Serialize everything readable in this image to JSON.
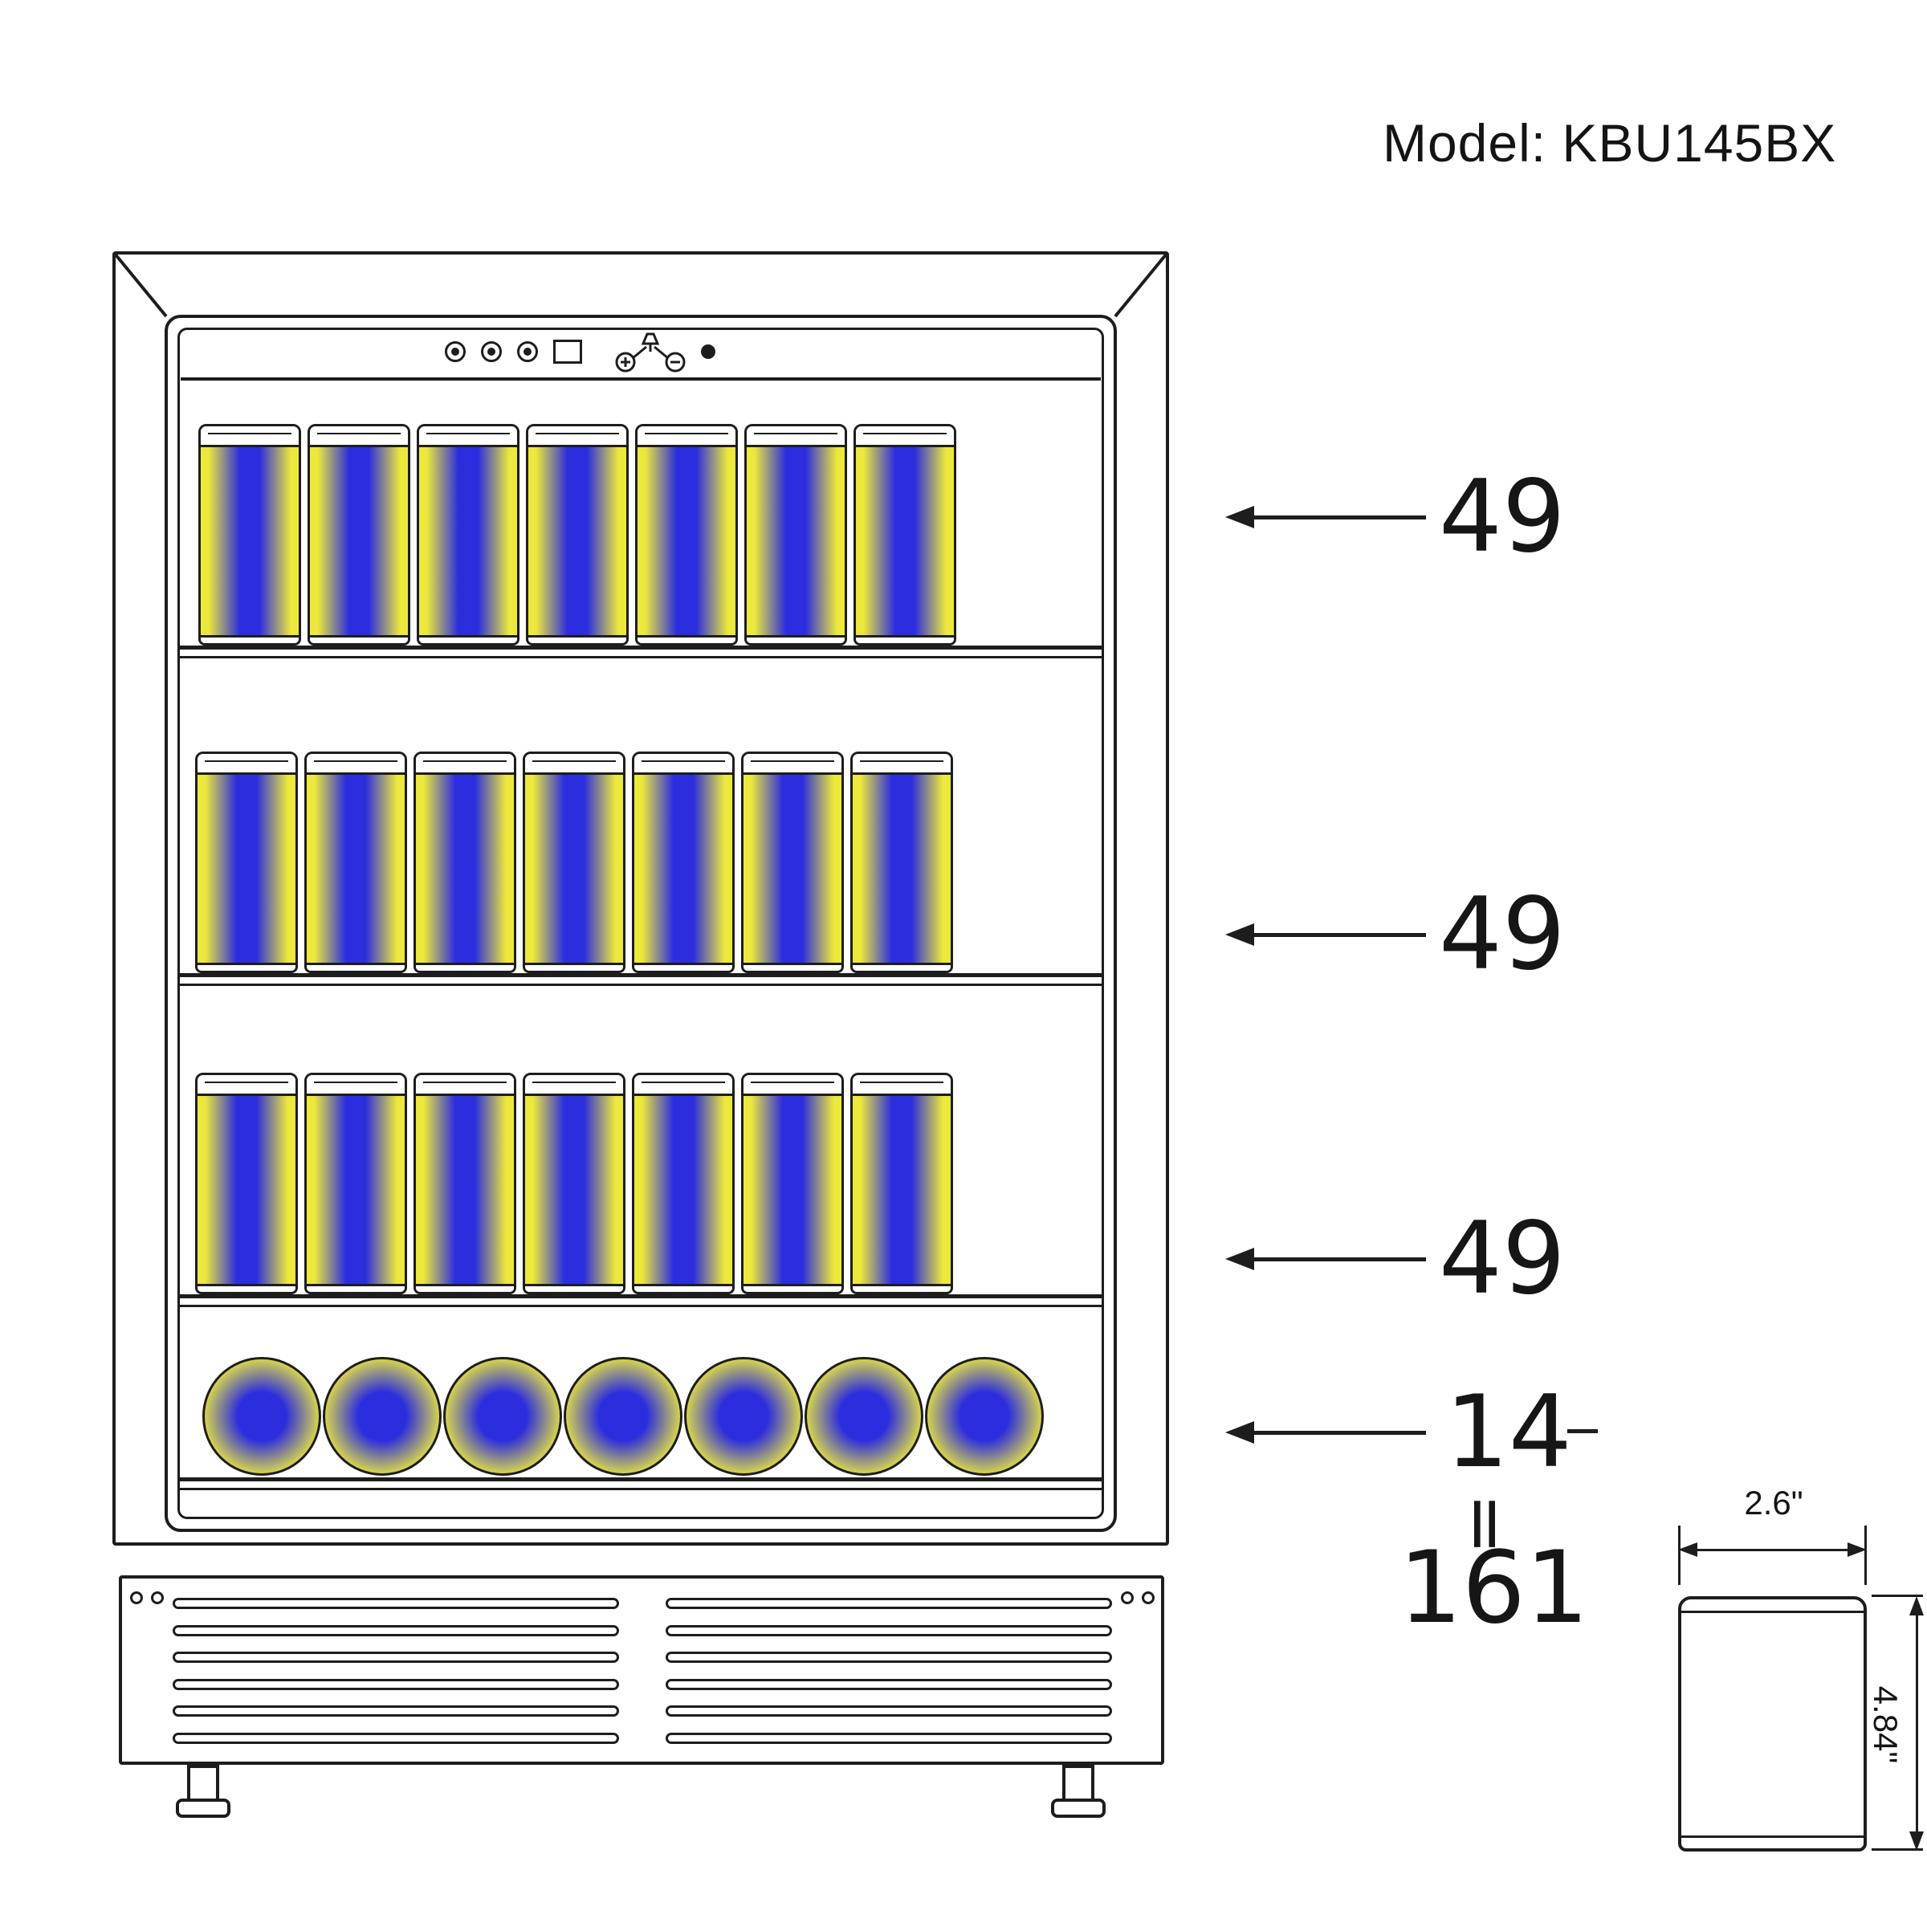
{
  "title": "Model: KBU145BX",
  "colors": {
    "line": "#1d1d1d",
    "can_yellow": "#ece83c",
    "can_blue": "#2b2dde",
    "background": "#ffffff"
  },
  "fridge": {
    "control_panel_icons": [
      "power-button",
      "interior-light-button",
      "temperature-unit-button",
      "display-window",
      "temperature-adjust-control",
      "indicator-light"
    ],
    "shelves": [
      {
        "row": 1,
        "orientation": "upright",
        "visible_cans": 7,
        "capacity": "49"
      },
      {
        "row": 2,
        "orientation": "upright",
        "visible_cans": 7,
        "capacity": "49"
      },
      {
        "row": 3,
        "orientation": "upright",
        "visible_cans": 7,
        "capacity": "49"
      },
      {
        "row": 4,
        "orientation": "lying",
        "visible_cans": 7,
        "capacity": "14"
      }
    ]
  },
  "annotations": {
    "shelf_capacities": [
      "49",
      "49",
      "49",
      "14"
    ],
    "equals": "=",
    "total": "161"
  },
  "can_spec": {
    "width": "2.6\"",
    "height": "4.84\""
  }
}
